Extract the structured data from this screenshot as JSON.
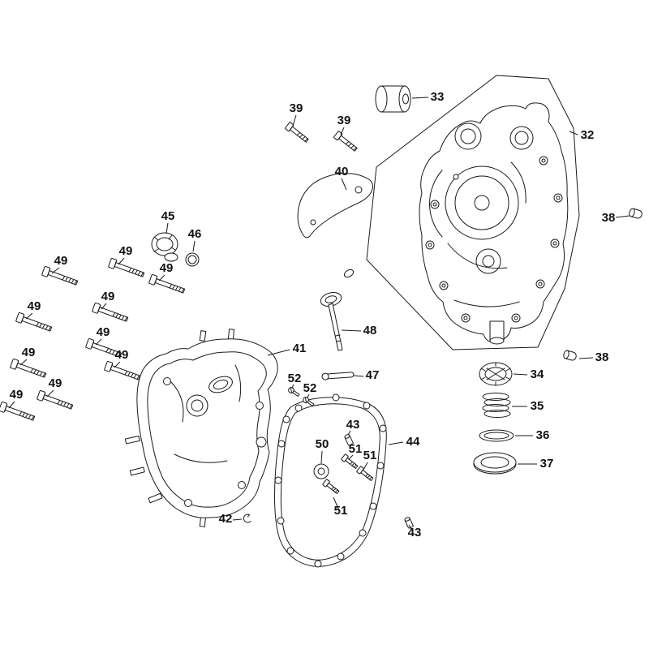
{
  "colors": {
    "background": "#ffffff",
    "line": "#1a1a1a",
    "label": "#111111"
  },
  "callouts": {
    "n32": "32",
    "n33": "33",
    "n34": "34",
    "n35": "35",
    "n36": "36",
    "n37": "37",
    "n38a": "38",
    "n38b": "38",
    "n39a": "39",
    "n39b": "39",
    "n40": "40",
    "n41": "41",
    "n42": "42",
    "n43a": "43",
    "n43b": "43",
    "n44": "44",
    "n45": "45",
    "n46": "46",
    "n47": "47",
    "n48": "48",
    "n49a": "49",
    "n49b": "49",
    "n49c": "49",
    "n49d": "49",
    "n49e": "49",
    "n49f": "49",
    "n49g": "49",
    "n49h": "49",
    "n49i": "49",
    "n49j": "49",
    "n50": "50",
    "n51a": "51",
    "n51b": "51",
    "n51c": "51",
    "n52a": "52",
    "n52b": "52"
  }
}
